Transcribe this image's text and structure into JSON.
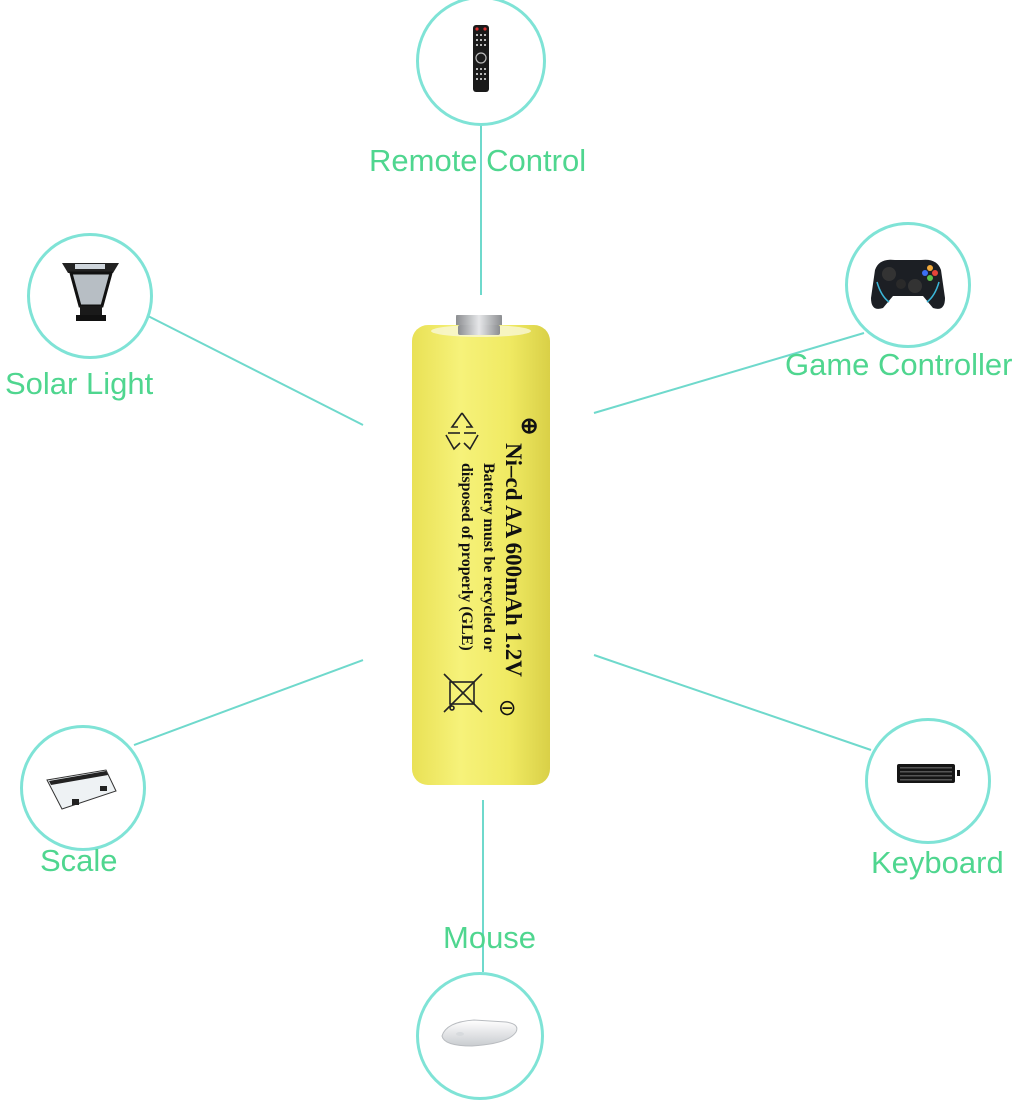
{
  "colors": {
    "circle_stroke": "#7fe3d6",
    "line_stroke": "#6fd9cc",
    "label_text": "#4fd68f",
    "battery_body": "#f2ee6a",
    "background": "#ffffff"
  },
  "battery": {
    "line1": "Ni–cd AA 600mAh 1.2V",
    "line2": "Battery must be recycled or",
    "line3": "disposed of properly (GLE)",
    "plus_symbol": "⊕",
    "minus_symbol": "⊖"
  },
  "devices": [
    {
      "label": "Remote Control",
      "icon": "remote-control-icon"
    },
    {
      "label": "Solar Light",
      "icon": "solar-light-icon"
    },
    {
      "label": "Game Controller",
      "icon": "game-controller-icon"
    },
    {
      "label": "Scale",
      "icon": "scale-icon"
    },
    {
      "label": "Keyboard",
      "icon": "keyboard-icon"
    },
    {
      "label": "Mouse",
      "icon": "mouse-icon"
    }
  ]
}
